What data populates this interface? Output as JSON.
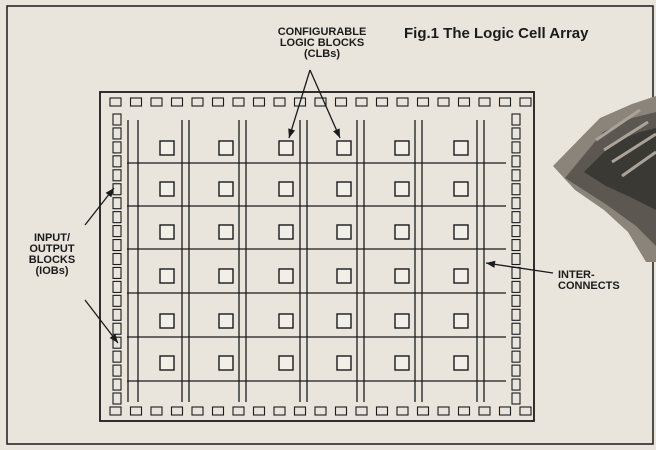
{
  "figure": {
    "title": "Fig.1 The Logic Cell Array",
    "labels": {
      "clb": [
        "CONFIGURABLE",
        "LOGIC BLOCKS",
        "(CLBs)"
      ],
      "iob": [
        "INPUT/",
        "OUTPUT",
        "BLOCKS",
        "(IOBs)"
      ],
      "interconnect": [
        "INTER-",
        "CONNECTS"
      ]
    }
  },
  "grid": {
    "clb_rows": 6,
    "clb_cols": 6,
    "iob_per_horizontal_edge": 21,
    "iob_per_vertical_edge": 21
  },
  "colors": {
    "ink": "#1b1b1b",
    "paper": "#e9e5dc",
    "chip_photo": "#8a847a"
  }
}
